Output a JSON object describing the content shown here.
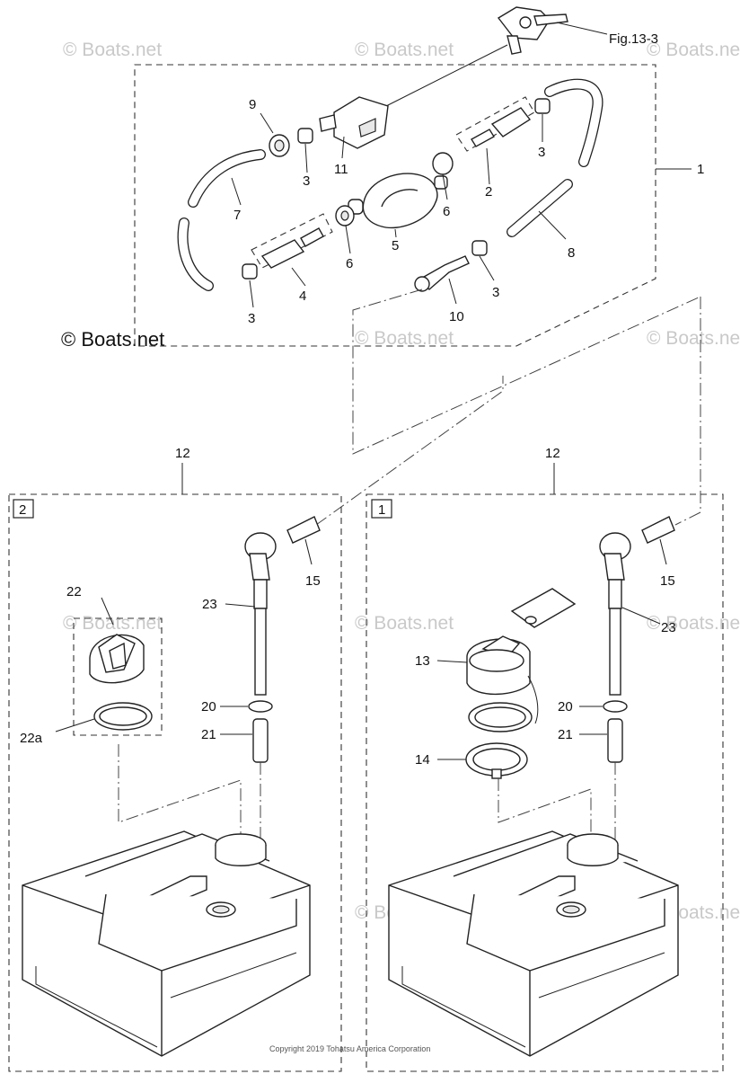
{
  "figure_ref": "Fig.13-3",
  "watermark_text": "© Boats.net",
  "copyright": "Copyright 2019 Tohatsu America Corporation",
  "variant_tags": {
    "left": "2",
    "right": "1"
  },
  "callouts": {
    "p1": "1",
    "p2": "2",
    "p3a": "3",
    "p3b": "3",
    "p3c": "3",
    "p3d": "3",
    "p4": "4",
    "p5": "5",
    "p6a": "6",
    "p6b": "6",
    "p7": "7",
    "p8": "8",
    "p9": "9",
    "p10": "10",
    "p11": "11",
    "p12l": "12",
    "p12r": "12",
    "p13": "13",
    "p14": "14",
    "p15l": "15",
    "p15r": "15",
    "p20l": "20",
    "p20r": "20",
    "p21l": "21",
    "p21r": "21",
    "p22": "22",
    "p22a": "22a",
    "p23l": "23",
    "p23r": "23"
  }
}
